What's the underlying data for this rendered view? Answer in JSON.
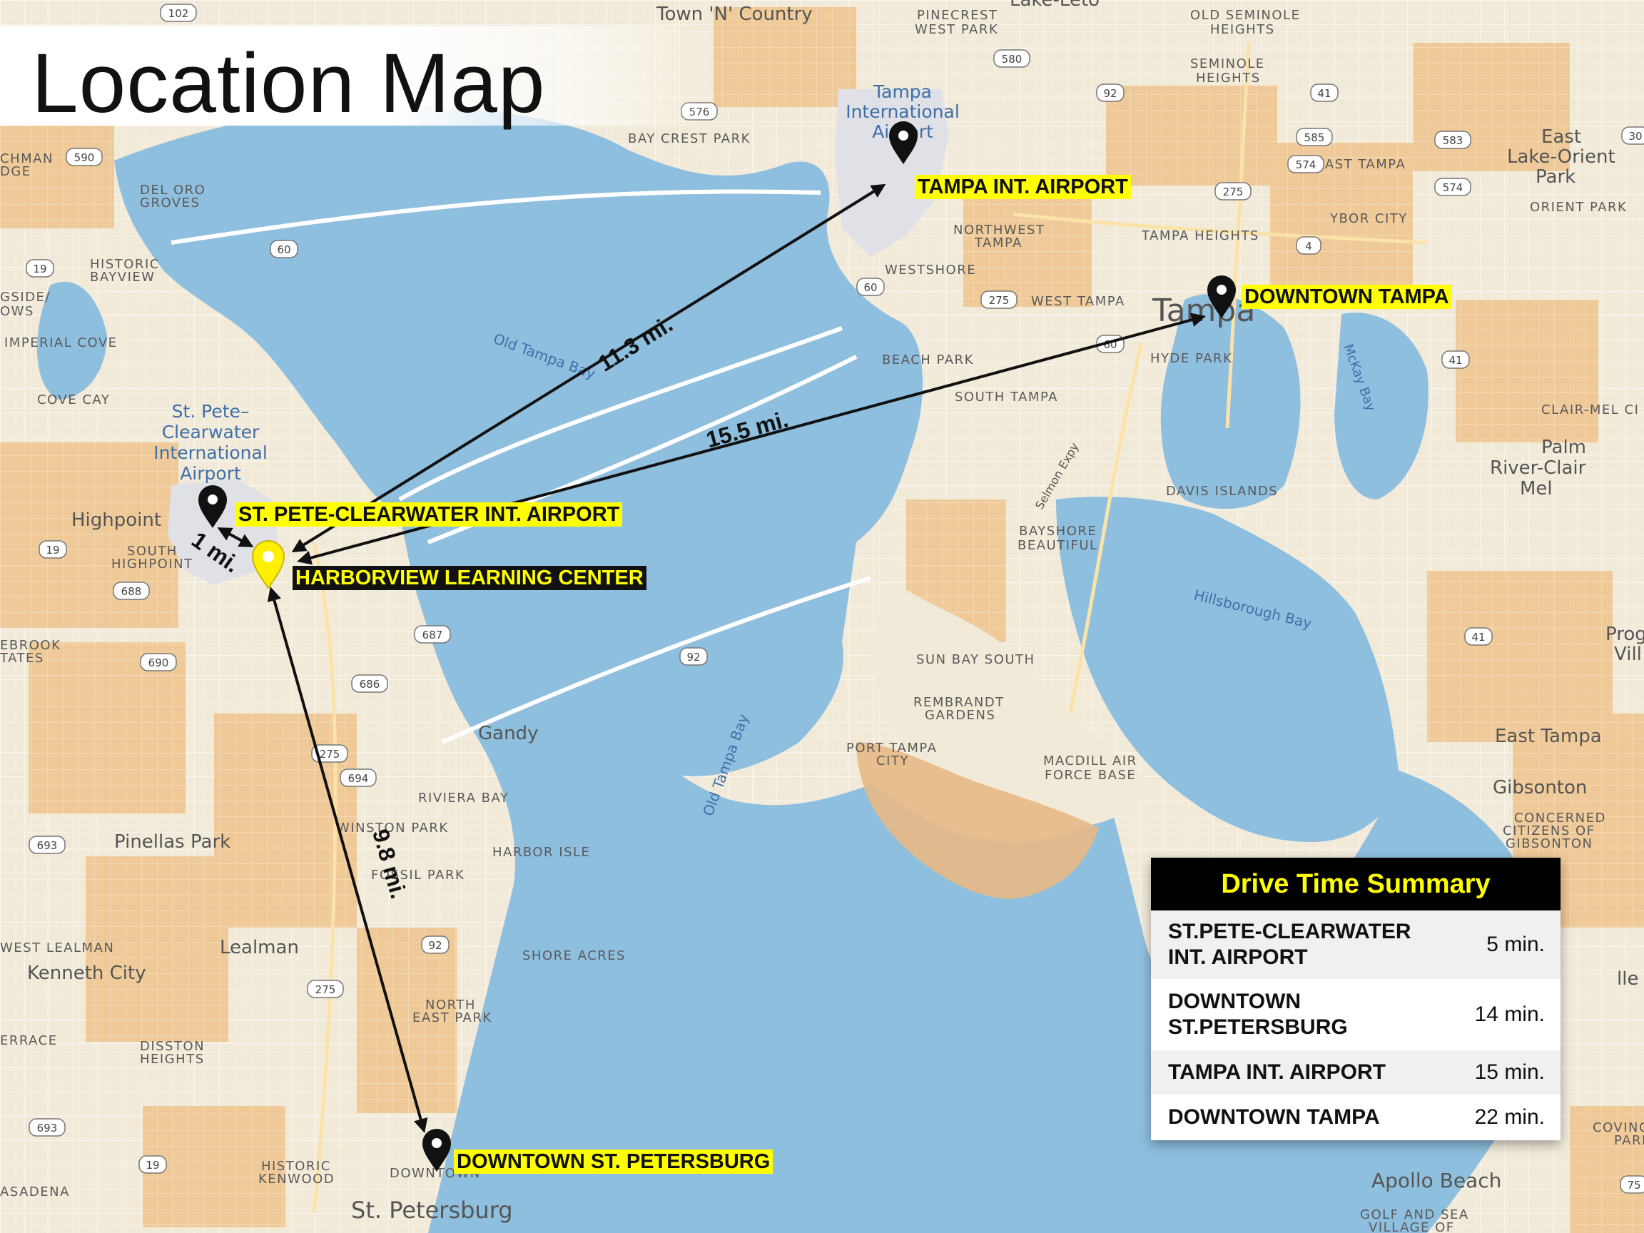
{
  "title": "Location Map",
  "colors": {
    "water": "#8fbfdf",
    "land": "#f2ead9",
    "urban": "#efc48c",
    "highlight": "#ffff00",
    "black": "#111111"
  },
  "locations": {
    "harborview": {
      "label": "HARBORVIEW LEARNING CENTER"
    },
    "pie_airport": {
      "label": "ST. PETE-CLEARWATER  INT. AIRPORT"
    },
    "tpa_airport": {
      "label": "TAMPA INT. AIRPORT"
    },
    "downtown_tampa": {
      "label": "DOWNTOWN TAMPA"
    },
    "downtown_stpete": {
      "label": "DOWNTOWN ST. PETERSBURG"
    }
  },
  "distances": {
    "pie_airport": "1 mi.",
    "tpa_airport": "11.3 mi.",
    "downtown_tampa": "15.5 mi.",
    "downtown_stpete": "9.8 mi."
  },
  "summary": {
    "title": "Drive Time Summary",
    "rows": [
      {
        "name": "ST.PETE-CLEARWATER\nINT. AIRPORT",
        "time": "5 min."
      },
      {
        "name": "DOWNTOWN\nST.PETERSBURG",
        "time": "14 min."
      },
      {
        "name": "TAMPA INT. AIRPORT",
        "time": "15 min."
      },
      {
        "name": "DOWNTOWN TAMPA",
        "time": "22 min."
      }
    ]
  },
  "map_labels": {
    "town_n_country": "Town 'N' Country",
    "tampa_airport": "Tampa International Airport",
    "stpete_airport": "St. Pete–Clearwater International Airport",
    "old_tampa_bay": "Old Tampa Bay",
    "hillsborough_bay": "Hillsborough Bay",
    "mckay_bay": "McKay Bay",
    "selmon": "Selmon Expy",
    "tampa": "Tampa",
    "pinecrest": "PINECREST WEST PARK",
    "old_seminole": "OLD SEMINOLE HEIGHTS",
    "seminole_heights": "SEMINOLE HEIGHTS",
    "bay_crest": "BAY CREST PARK",
    "east_tampa_caps": "EAST TAMPA",
    "east_lake_orient": "East Lake-Orient Park",
    "orient_park": "ORIENT PARK",
    "ybor": "YBOR CITY",
    "tampa_heights": "TAMPA HEIGHTS",
    "northwest_tampa": "NORTHWEST TAMPA",
    "westshore": "WESTSHORE",
    "west_tampa": "WEST TAMPA",
    "beach_park": "BEACH PARK",
    "hyde_park": "HYDE PARK",
    "south_tampa": "SOUTH TAMPA",
    "clair_mel": "CLAIR-MEL CI",
    "palm_river": "Palm River-Clair Mel",
    "davis_islands": "DAVIS ISLANDS",
    "bayshore": "BAYSHORE BEAUTIFUL",
    "sun_bay": "SUN BAY SOUTH",
    "rembrandt": "REMBRANDT GARDENS",
    "port_tampa": "PORT TAMPA CITY",
    "macdill": "MACDILL AIR FORCE BASE",
    "east_tampa": "East Tampa",
    "gibsonton": "Gibsonton",
    "concerned": "CONCERNED CITIZENS OF GIBSONTON",
    "del_oro": "DEL ORO GROVES",
    "historic_bayview": "HISTORIC BAYVIEW",
    "imperial_cove": "IMPERIAL COVE",
    "cove_cay": "COVE CAY",
    "highpoint": "Highpoint",
    "south_highpoint": "SOUTH HIGHPOINT",
    "gandy": "Gandy",
    "riviera": "RIVIERA BAY",
    "winston": "WINSTON PARK",
    "harbor_isle": "HARBOR ISLE",
    "fossil": "FOSSIL PARK",
    "pinellas_park": "Pinellas Park",
    "lealman": "Lealman",
    "kenneth": "Kenneth City",
    "west_lealman": "WEST LEALMAN",
    "shore_acres": "SHORE ACRES",
    "north_east_park": "NORTH EAST PARK",
    "disston": "DISSTON HEIGHTS",
    "historic_kenwood": "HISTORIC KENWOOD",
    "st_petersburg": "St. Petersburg",
    "apollo": "Apollo Beach",
    "golf_sea": "GOLF AND SEA VILLAGE OF",
    "covington": "COVINGTON PARK",
    "pasadena": "ASADENA",
    "brook_estates": "EBROOK TATES",
    "terrace": "ERRACE",
    "bridgeside": "GSIDE/ OWS",
    "chman": "CHMAN DGE",
    "prog": "Prog Vill",
    "lake_leto": "Lake-Leto",
    "downtown_small": "DOWNTOWN",
    "lle": "lle"
  },
  "shields": [
    "102",
    "580",
    "576",
    "92",
    "41",
    "585",
    "574",
    "574",
    "583",
    "275",
    "4",
    "60",
    "60",
    "275",
    "60",
    "41",
    "590",
    "19",
    "19",
    "688",
    "690",
    "687",
    "686",
    "92",
    "275",
    "694",
    "693",
    "92",
    "275",
    "693",
    "19",
    "41",
    "75",
    "30"
  ]
}
